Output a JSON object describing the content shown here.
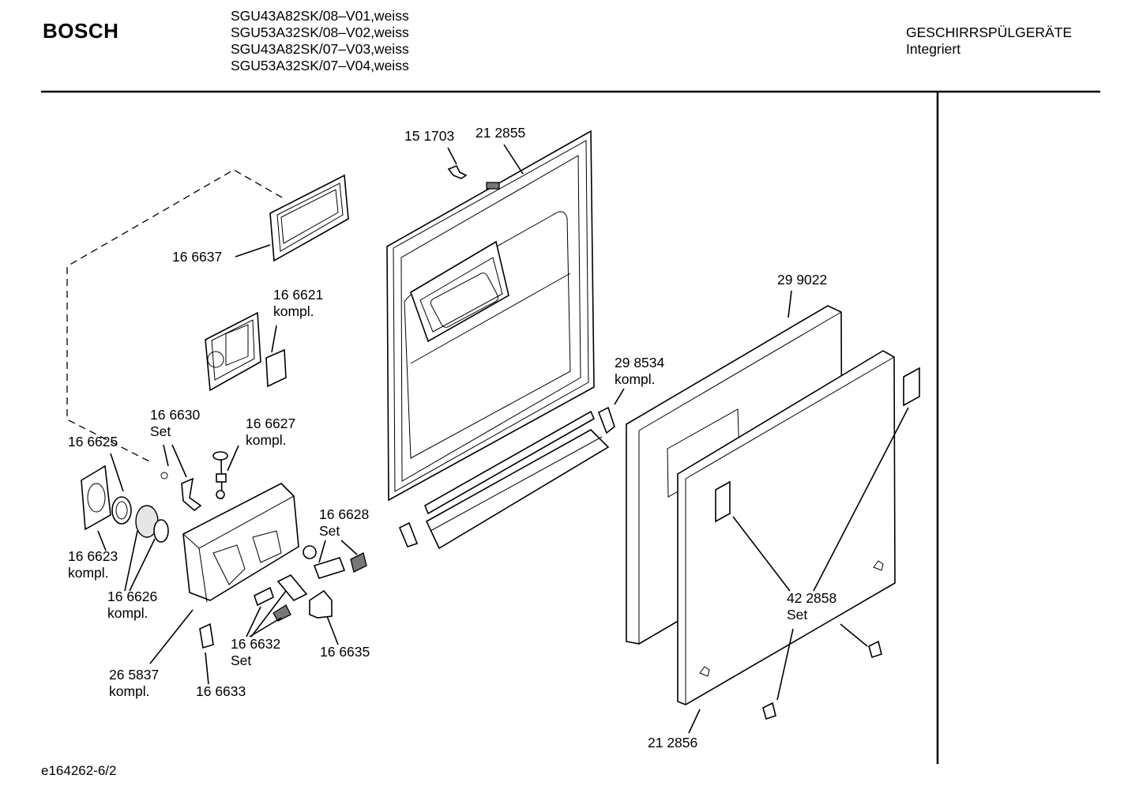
{
  "header": {
    "brand": "BOSCH",
    "models": [
      "SGU43A82SK/08–V01,weiss",
      "SGU53A32SK/08–V02,weiss",
      "SGU43A82SK/07–V03,weiss",
      "SGU53A32SK/07–V04,weiss"
    ],
    "category": "GESCHIRRSPÜLGERÄTE",
    "subcategory": "Integriert"
  },
  "parts": [
    {
      "number": "15 1703",
      "note": ""
    },
    {
      "number": "21 2855",
      "note": ""
    },
    {
      "number": "16 6637",
      "note": ""
    },
    {
      "number": "16 6621",
      "note": "kompl."
    },
    {
      "number": "29 9022",
      "note": ""
    },
    {
      "number": "29 8534",
      "note": "kompl."
    },
    {
      "number": "16 6630",
      "note": "Set"
    },
    {
      "number": "16 6627",
      "note": "kompl."
    },
    {
      "number": "16 6625",
      "note": ""
    },
    {
      "number": "16 6628",
      "note": "Set"
    },
    {
      "number": "16 6623",
      "note": "kompl."
    },
    {
      "number": "16 6626",
      "note": "kompl."
    },
    {
      "number": "42 2858",
      "note": "Set"
    },
    {
      "number": "16 6632",
      "note": "Set"
    },
    {
      "number": "16 6635",
      "note": ""
    },
    {
      "number": "26 5837",
      "note": "kompl."
    },
    {
      "number": "16 6633",
      "note": ""
    },
    {
      "number": "21 2856",
      "note": ""
    }
  ],
  "footer": {
    "drawing_id": "e164262-6/2"
  }
}
